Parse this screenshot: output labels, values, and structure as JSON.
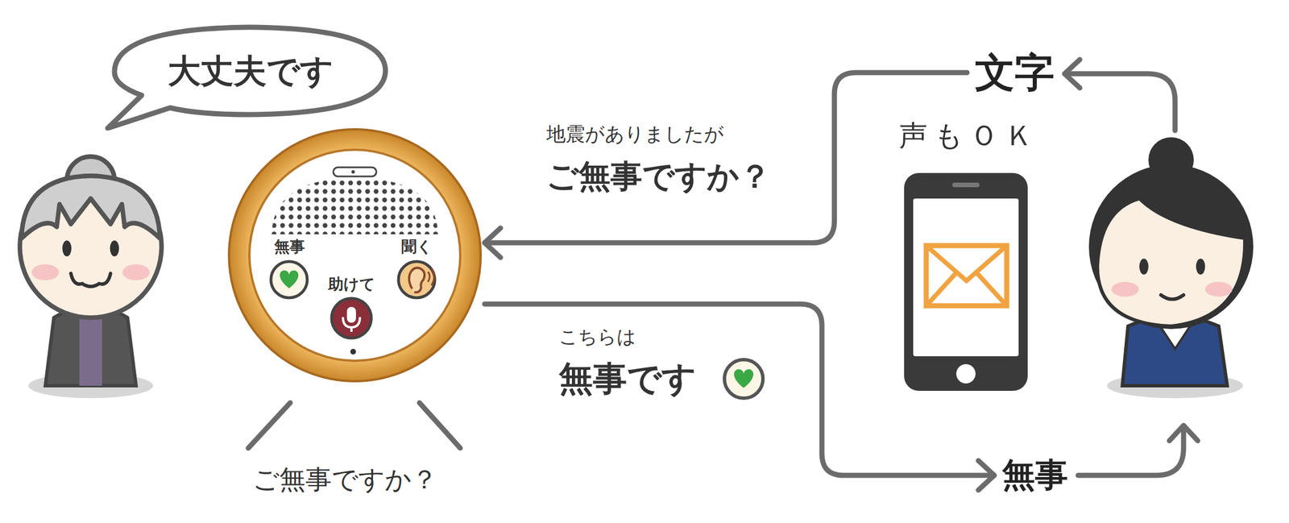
{
  "diagram": {
    "nodes": [
      {
        "text": [
          "大丈夫です"
        ]
      },
      {
        "text": [
          "無事",
          "聞く",
          "助けて"
        ]
      },
      {
        "text": [
          "文字"
        ]
      },
      {
        "text": [
          "無事"
        ]
      }
    ],
    "edges": [
      {
        "from": 2,
        "to": 1,
        "arrow": "to"
      },
      {
        "from": 1,
        "to": 3,
        "arrow": "to"
      }
    ],
    "labels": [
      "ご無事ですか？",
      "地震がありましたが",
      "ご無事ですか？",
      "こちらは",
      "無事です",
      "声もＯＫ"
    ]
  }
}
